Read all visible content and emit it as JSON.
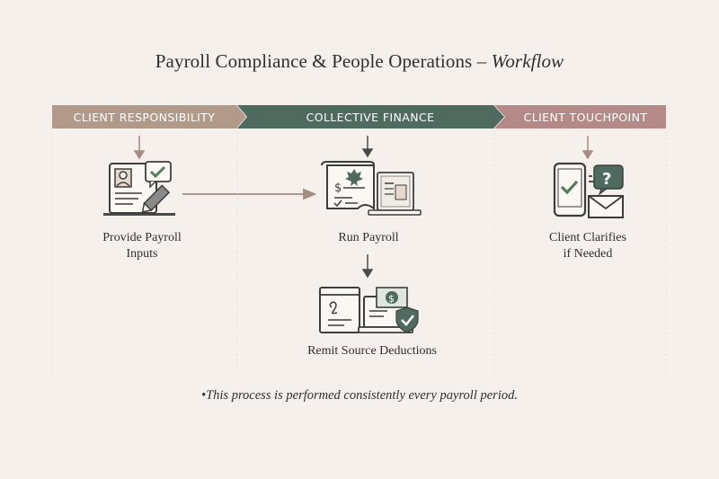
{
  "title": {
    "main": "Payroll Compliance & People Operations",
    "dash": "–",
    "emphasis": "Workflow"
  },
  "lanes": [
    {
      "label": "CLIENT RESPONSIBILITY",
      "color": "#b19a8a"
    },
    {
      "label": "COLLECTIVE FINANCE",
      "color": "#4f6b60"
    },
    {
      "label": "CLIENT TOUCHPOINT",
      "color": "#b48a88"
    }
  ],
  "steps": {
    "provide_inputs": {
      "line1": "Provide Payroll",
      "line2": "Inputs",
      "icon": "payroll-input-form-icon"
    },
    "run_payroll": {
      "line1": "Run Payroll",
      "icon": "payroll-document-laptop-icon"
    },
    "remit_deductions": {
      "line1": "Remit Source Deductions",
      "icon": "remittance-browser-laptop-icon"
    },
    "client_clarifies": {
      "line1": "Client Clarifies",
      "line2": "if Needed",
      "icon": "phone-question-mail-icon"
    }
  },
  "footnote": "•This process is performed consistently every payroll period.",
  "colors": {
    "accent_green": "#4f6b60",
    "check_green": "#5a7d60",
    "arrow": "#a58b80",
    "line": "#3d3d3d"
  }
}
